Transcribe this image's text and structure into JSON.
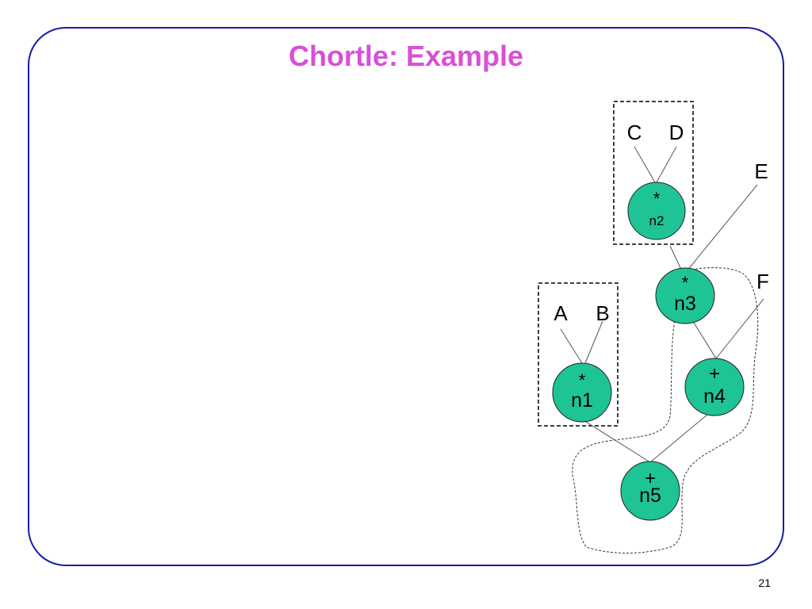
{
  "slide": {
    "title": "Chortle: Example",
    "page_number": "21",
    "colors": {
      "title": "#d94fd9",
      "frame": "#1a1aa8",
      "node_fill": "#1fc496",
      "node_stroke": "#222222"
    }
  },
  "diagram": {
    "inputs": {
      "A": "A",
      "B": "B",
      "C": "C",
      "D": "D",
      "E": "E",
      "F": "F"
    },
    "nodes": {
      "n1": {
        "op": "*",
        "label": "n1"
      },
      "n2": {
        "op": "*",
        "label": "n2"
      },
      "n3": {
        "op": "*",
        "label": "n3"
      },
      "n4": {
        "op": "+",
        "label": "n4"
      },
      "n5": {
        "op": "+",
        "label": "n5"
      }
    },
    "edges": [
      [
        "A",
        "n1"
      ],
      [
        "B",
        "n1"
      ],
      [
        "C",
        "n2"
      ],
      [
        "D",
        "n2"
      ],
      [
        "n2",
        "n3"
      ],
      [
        "E",
        "n3"
      ],
      [
        "n3",
        "n4"
      ],
      [
        "F",
        "n4"
      ],
      [
        "n1",
        "n5"
      ],
      [
        "n4",
        "n5"
      ]
    ],
    "groups": [
      "dashed box around A, B, n1",
      "dashed box around C, D, n2",
      "dotted cover around n3, n4, n5"
    ]
  }
}
